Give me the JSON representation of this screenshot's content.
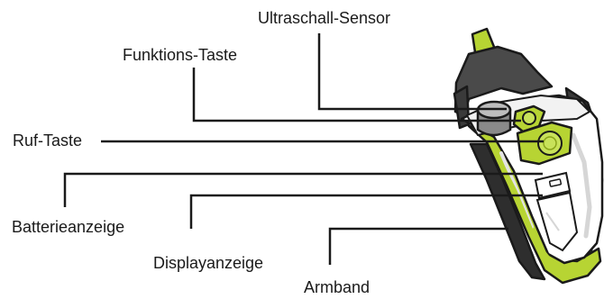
{
  "labels": {
    "ultraschall": "Ultraschall-Sensor",
    "funktion": "Funktions-Taste",
    "ruf": "Ruf-Taste",
    "batterie": "Batterieanzeige",
    "display": "Displayanzeige",
    "armband": "Armband"
  },
  "colors": {
    "accent": "#b7d433",
    "body": "#ffffff",
    "strap": "#4a4a4a",
    "strap_dark": "#2e2e2e",
    "line": "#1a1a1a"
  }
}
